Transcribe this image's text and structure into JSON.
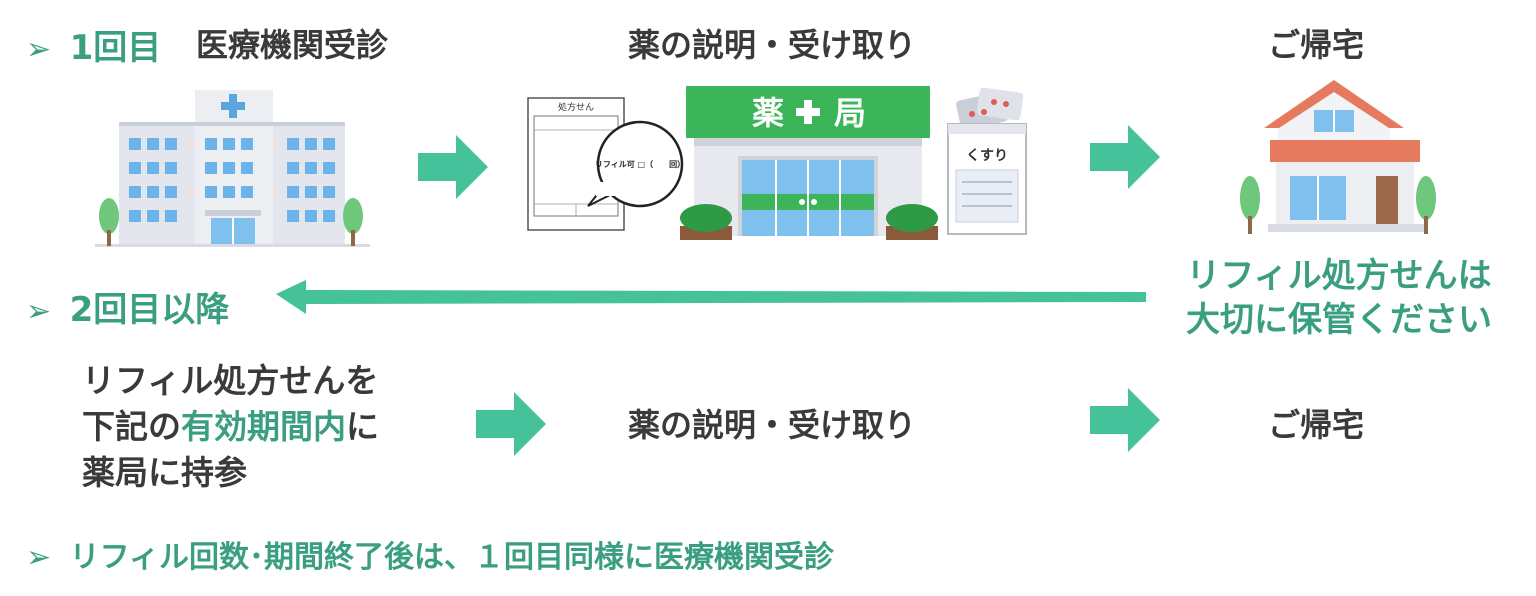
{
  "colors": {
    "accent": "#3a9e80",
    "arrow": "#45c29a",
    "text": "#3a3a3a",
    "pharmacy_green": "#3cb55a"
  },
  "section1": {
    "bullet": "➢",
    "label": "1回目",
    "step1": "医療機関受診",
    "step2": "薬の説明・受け取り",
    "step3": "ご帰宅",
    "pharmacy_sign": {
      "left": "薬",
      "right": "局"
    },
    "prescription_title": "処方せん",
    "bubble_text": "リフィル可 □（　　回）",
    "medicine_bag": "くすり",
    "keep_note_line1": "リフィル処方せんは",
    "keep_note_line2": "大切に保管ください"
  },
  "section2": {
    "bullet": "➢",
    "label": "2回目以降",
    "line1": "リフィル処方せんを",
    "line2_pre": "下記の",
    "line2_highlight": "有効期間内",
    "line2_post": "に",
    "line3": "薬局に持参",
    "step2": "薬の説明・受け取り",
    "step3": "ご帰宅"
  },
  "section3": {
    "bullet": "➢",
    "text": "リフィル回数･期間終了後は、１回目同様に医療機関受診"
  }
}
